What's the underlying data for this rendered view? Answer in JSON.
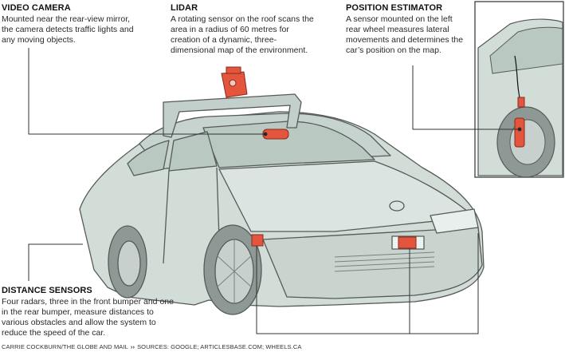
{
  "labels": {
    "camera": {
      "title": "VIDEO CAMERA",
      "text": "Mounted near the rear-view mirror, the camera detects traffic lights and any moving objects."
    },
    "lidar": {
      "title": "LIDAR",
      "text": "A rotating sensor on the roof scans the area in a radius of 60 metres for creation of a dynamic, three-dimensional map of the environment."
    },
    "position": {
      "title": "POSITION ESTIMATOR",
      "text": "A sensor mounted on the left rear wheel measures lateral movements and determines the car’s position on the map."
    },
    "distance": {
      "title": "DISTANCE SENSORS",
      "text": "Four radars, three in the front bumper and one in the rear bumper, measure distances to various obstacles and allow the system to reduce the speed of the car."
    }
  },
  "credit": {
    "author": "CARRIE COCKBURN/THE GLOBE AND MAIL",
    "separator": "››",
    "sources": "SOURCES: GOOGLE; ARTICLESBASE.COM; WHEELS.CA"
  },
  "colors": {
    "car_fill": "#d3ddd8",
    "car_stroke": "#555b58",
    "window_fill": "#bac8c2",
    "sensor": "#e3553d",
    "leader_line": "#333333"
  }
}
